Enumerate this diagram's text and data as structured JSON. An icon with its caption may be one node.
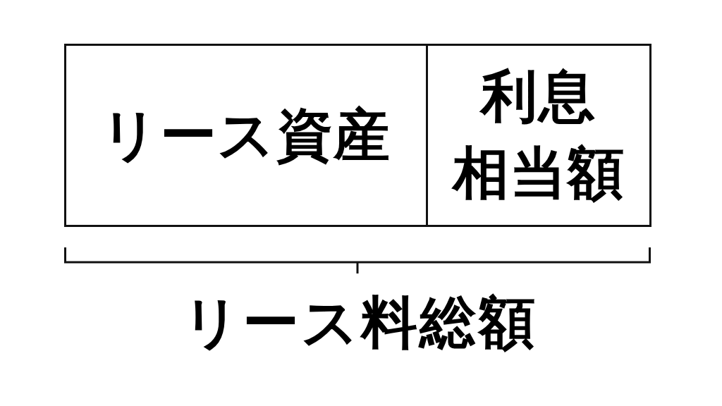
{
  "diagram": {
    "nodes": [
      {
        "text": [
          "リース資産"
        ]
      },
      {
        "text": [
          "利息相当額"
        ]
      }
    ],
    "labels": [
      "リース料総額"
    ]
  }
}
